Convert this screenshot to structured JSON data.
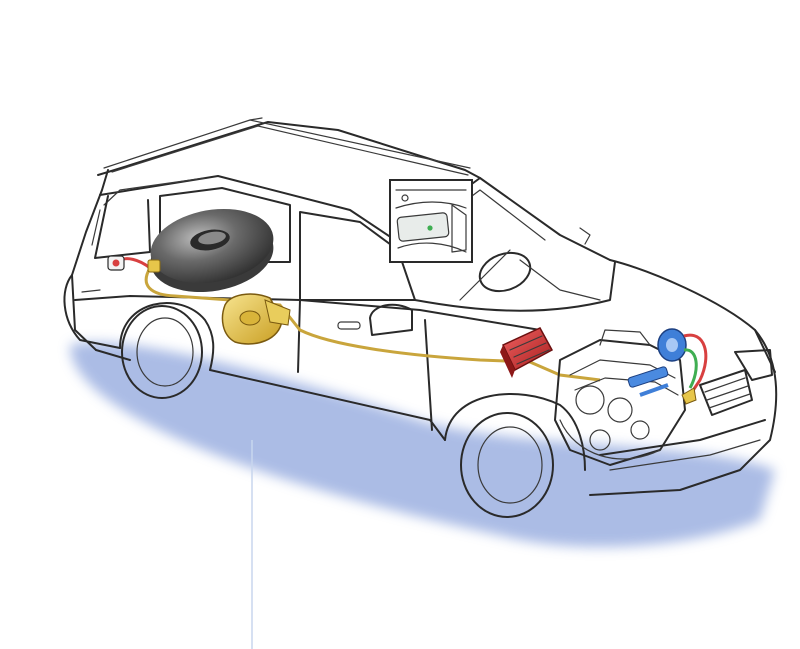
{
  "figure": {
    "colors": {
      "background": "#ffffff",
      "outline": "#2a2a2a",
      "shadow": "#8fa6dd",
      "toroidal_tank": "#5c5c5c",
      "reducer_vaporizer": "#e7c64a",
      "ecu": "#d23030",
      "injector_rail": "#3f7fd8",
      "water_hose": "#d84040",
      "gas_hose": "#3fae52",
      "fuel_line": "#c9a53c"
    },
    "icons": [
      "station-wagon-outline",
      "toroidal-lpg-tank",
      "multivalve",
      "filler-valve",
      "fuel-line",
      "reducer-vaporizer",
      "electronic-control-unit",
      "engine-block",
      "injector-rail",
      "dashboard-switch-inset"
    ]
  }
}
